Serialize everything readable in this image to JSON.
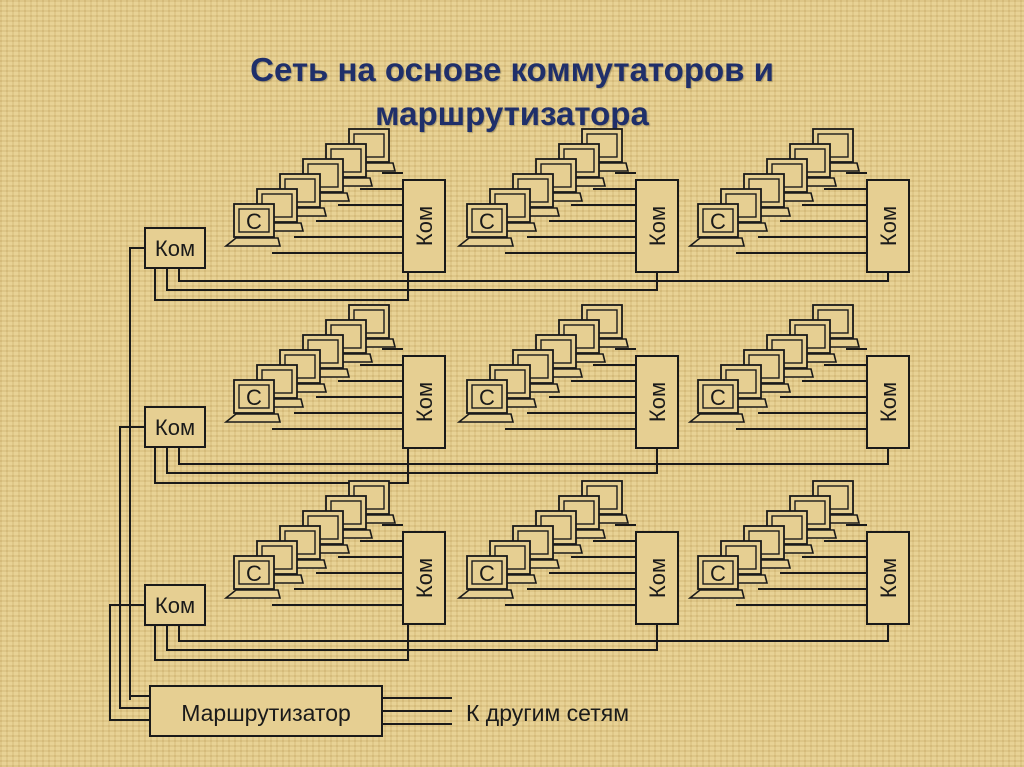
{
  "slide": {
    "title_line1": "Сеть на основе коммутаторов и",
    "title_line2": "маршрутизатора"
  },
  "diagram": {
    "switch_label": "Ком",
    "computer_label": "С",
    "router_label": "Маршрутизатор",
    "other_networks_label": "К другим сетям",
    "rows": 3,
    "groups_per_row": 3,
    "computers_per_group": 6
  }
}
